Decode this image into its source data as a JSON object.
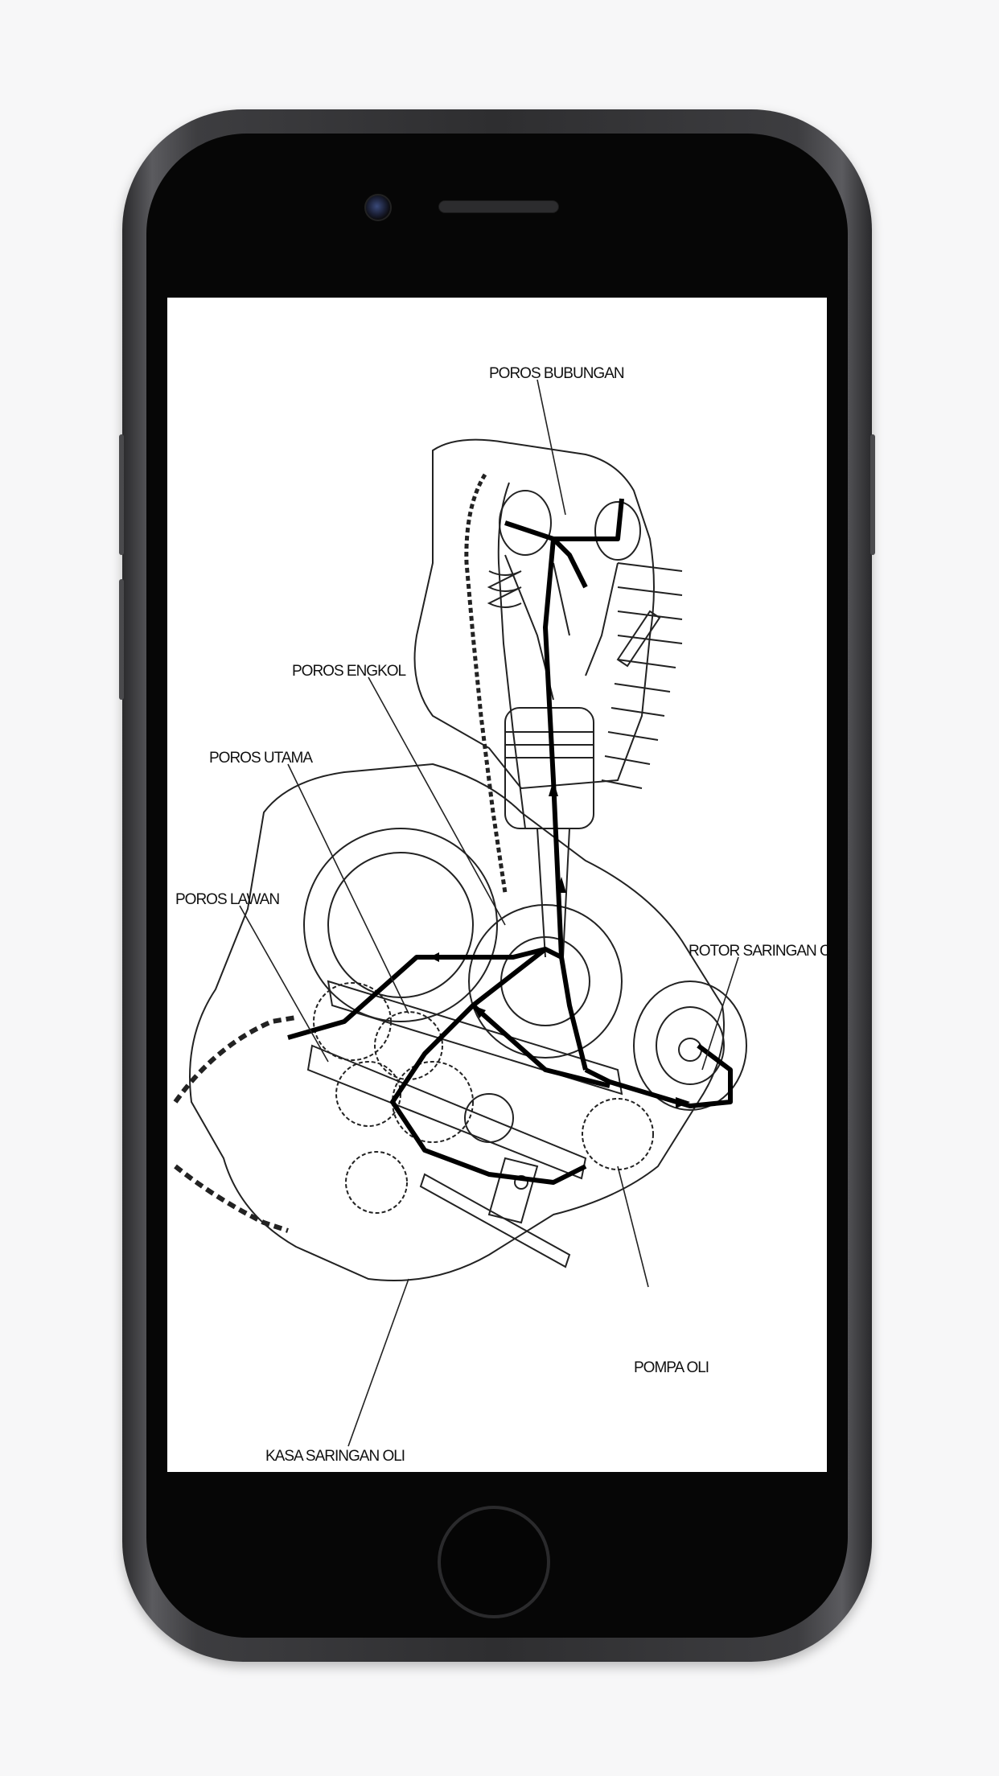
{
  "device": {
    "frame_color": "#3a3a3d",
    "screen_color": "#ffffff"
  },
  "diagram": {
    "labels": {
      "poros_bubungan": "POROS BUBUNGAN",
      "poros_engkol": "POROS ENGKOL",
      "poros_utama": "POROS UTAMA",
      "poros_lawan": "POROS LAWAN",
      "rotor_saringan_oli": "ROTOR SARINGAN OLI",
      "pompa_oli": "POMPA OLI",
      "kasa_saringan_oli": "KASA SARINGAN OLI"
    }
  }
}
